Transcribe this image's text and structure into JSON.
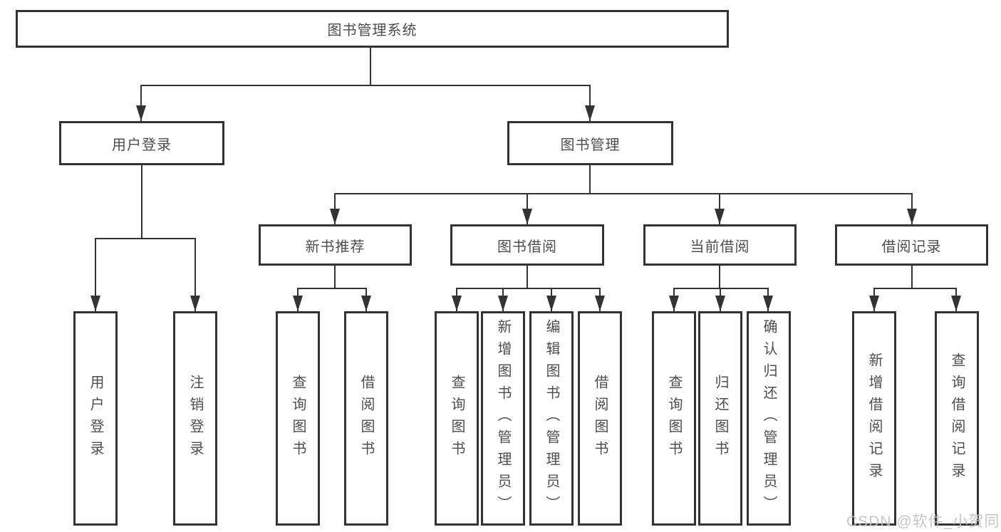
{
  "diagram": {
    "root": {
      "label": "图书管理系统"
    },
    "level2": [
      {
        "label": "用户登录"
      },
      {
        "label": "图书管理"
      }
    ],
    "level3": [
      {
        "label": "新书推荐",
        "parent": "图书管理"
      },
      {
        "label": "图书借阅",
        "parent": "图书管理"
      },
      {
        "label": "当前借阅",
        "parent": "图书管理"
      },
      {
        "label": "借阅记录",
        "parent": "图书管理"
      }
    ],
    "leaves": [
      {
        "label": "用户登录",
        "parent": "用户登录"
      },
      {
        "label": "注销登录",
        "parent": "用户登录"
      },
      {
        "label": "查询图书",
        "parent": "新书推荐"
      },
      {
        "label": "借阅图书",
        "parent": "新书推荐"
      },
      {
        "label": "查询图书",
        "parent": "图书借阅"
      },
      {
        "label": "新增图书（管理员）",
        "parent": "图书借阅"
      },
      {
        "label": "编辑图书（管理员）",
        "parent": "图书借阅"
      },
      {
        "label": "借阅图书",
        "parent": "图书借阅"
      },
      {
        "label": "查询图书",
        "parent": "当前借阅"
      },
      {
        "label": "归还图书",
        "parent": "当前借阅"
      },
      {
        "label": "确认归还（管理员）",
        "parent": "当前借阅"
      },
      {
        "label": "新增借阅记录",
        "parent": "借阅记录"
      },
      {
        "label": "查询借阅记录",
        "parent": "借阅记录"
      }
    ],
    "watermark": "CSDN @软件_小贺同学",
    "colors": {
      "line": "#333333",
      "text": "#4d4d4d",
      "watermark": "#c2c2c2",
      "background": "#ffffff"
    }
  }
}
